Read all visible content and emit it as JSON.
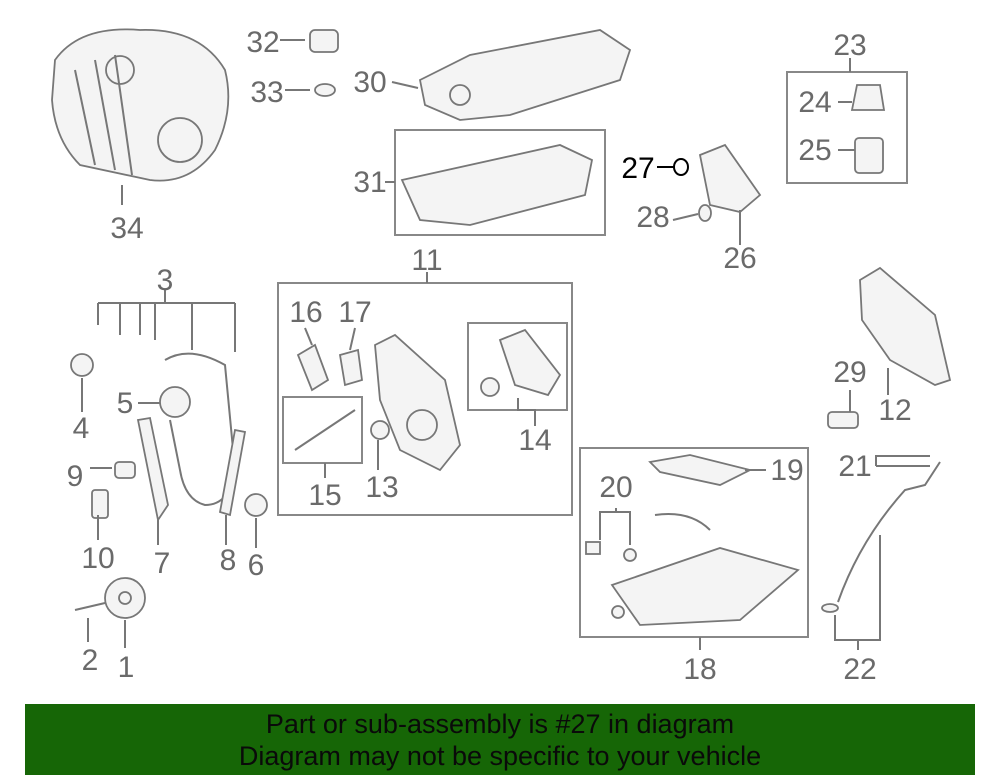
{
  "diagram": {
    "callouts": {
      "n1": "1",
      "n2": "2",
      "n3": "3",
      "n4": "4",
      "n5": "5",
      "n6": "6",
      "n7": "7",
      "n8": "8",
      "n9": "9",
      "n10": "10",
      "n11": "11",
      "n12": "12",
      "n13": "13",
      "n14": "14",
      "n15": "15",
      "n16": "16",
      "n17": "17",
      "n18": "18",
      "n19": "19",
      "n20": "20",
      "n21": "21",
      "n22": "22",
      "n23": "23",
      "n24": "24",
      "n25": "25",
      "n26": "26",
      "n27": "27",
      "n28": "28",
      "n29": "29",
      "n30": "30",
      "n31": "31",
      "n32": "32",
      "n33": "33",
      "n34": "34"
    },
    "highlighted_part": "27",
    "highlight_color": "#000000",
    "callout_color": "#6a6a6a"
  },
  "banner": {
    "line1": "Part or sub-assembly is #27 in diagram",
    "line2": "Diagram may not be specific to your vehicle",
    "color": "#166606"
  }
}
